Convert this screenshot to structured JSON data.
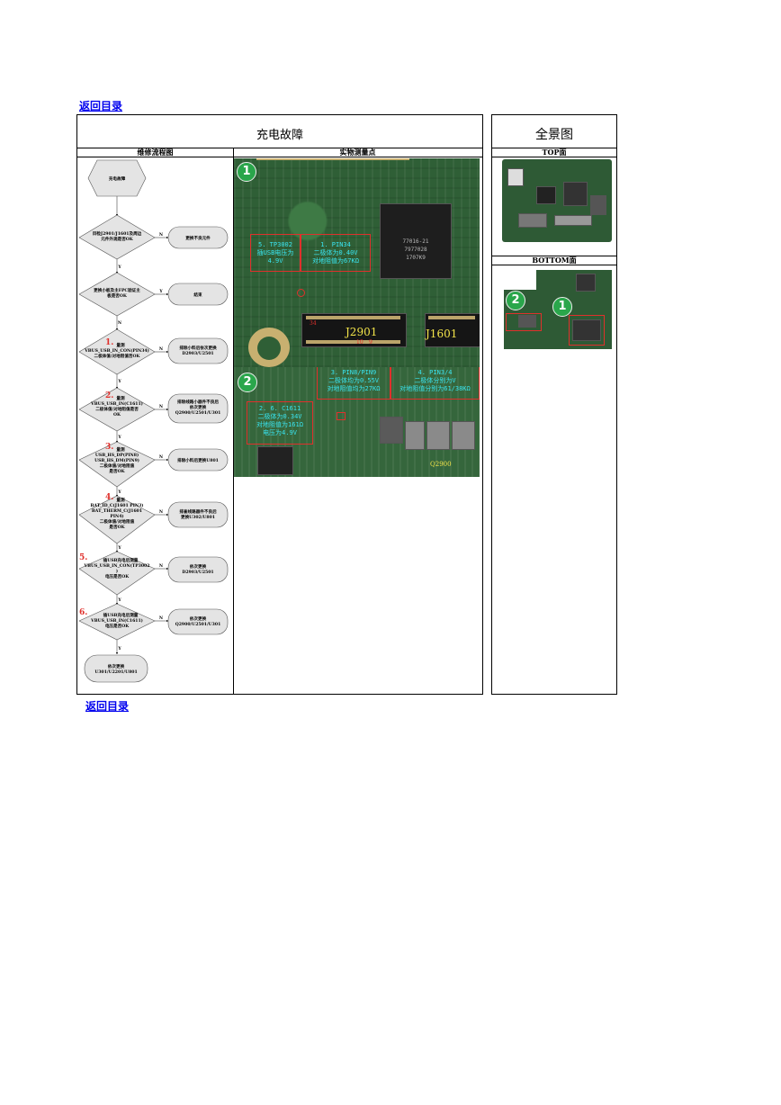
{
  "nav": {
    "back_top": "返回目录",
    "back_bottom": "返回目录"
  },
  "table": {
    "title_left": "充电故障",
    "title_right": "全景图",
    "col_flow": "维修流程图",
    "col_points": "实物测量点",
    "top_label": "TOP面",
    "bottom_label": "BOTTOM面"
  },
  "flow": {
    "start": "充电故障",
    "d0_line1": "目检J2901/J1601及周边",
    "d0_line2": "元件外观是否OK",
    "a0": "更换不良元件",
    "d1_line1": "更换小板及主FPC验证主",
    "d1_line2": "板是否OK",
    "a1": "结束",
    "d2_num": "1.",
    "d2_line1": "量测",
    "d2_line2": "VBUS_USB_IN_CON(PIN34)",
    "d2_line3": "二极体值/对地阻值否OK",
    "a2_line1": "排除小料后依次更换",
    "a2_line2": "D2903/U2501",
    "d3_num": "2.",
    "d3_line1": "量测",
    "d3_line2": "VBUS_USB_IN(C1611)",
    "d3_line3": "二极体值/对地阻值是否",
    "d3_line4": "OK",
    "a3_line1": "排除线路小器件不良后",
    "a3_line2": "依次更换",
    "a3_line3": "Q2900/U2501/U301",
    "d4_num": "3.",
    "d4_line1": "量测",
    "d4_line2": "USB_HS_DP(PIN8)",
    "d4_line3": "USB_HS_DM(PIN9)",
    "d4_line4": "二极体值/对地阻值",
    "d4_line5": "是否OK",
    "a4": "排除小料后更换U801",
    "d5_num": "4.",
    "d5_line1": "量测",
    "d5_line2": "BAT_ID_C(J1601 PIN3)",
    "d5_line3": "BAT_THERM_C(J1601",
    "d5_line4": "PIN4)",
    "d5_line5": "二极体值/对地阻值",
    "d5_line6": "是否OK",
    "a5_line1": "排查线路器件不良后",
    "a5_line2": "更换U302/U801",
    "d6_num": "5.",
    "d6_line1": "插USB充电后测量",
    "d6_line2": "VBUS_USB_IN_CON(TP3002",
    "d6_line3": ")",
    "d6_line4": "电压是否OK",
    "a6_line1": "依次更换",
    "a6_line2": "D2903/U2501",
    "d7_num": "6.",
    "d7_line1": "插USB充电后测量",
    "d7_line2": "VBUS_USB_IN(C1611)",
    "d7_line3": "电压是否OK",
    "a7_line1": "依次更换",
    "a7_line2": "Q2900/U2501/U301",
    "end_line1": "依次更换",
    "end_line2": "U301/U2201/U801",
    "yes": "Y",
    "no": "N"
  },
  "photo": {
    "mark1": "1",
    "mark2": "2",
    "chip_text": "77016-21\n7977028\n1707K9",
    "note5": "5. TP3002\n插USB电压为\n4.9V",
    "note1": "1. PIN34\n二极体为0.40V\n对地阻值为67KΩ",
    "pin34": "34",
    "pin_a": "10",
    "pin_b": "9",
    "j2901": "J2901",
    "j1601": "J1601",
    "note3": "3. PIN8/PIN9\n二极体均为0.55V\n对地阻值均为27KΩ",
    "note4": "4. PIN3/4\n二极体分别为V\n对地阻值分别为61/38KΩ",
    "note2": "2. 6. C1611\n二极体为0.34V\n对地阻值为161Ω\n电压为4.9V",
    "q2900": "Q2900"
  },
  "colors": {
    "link": "#0000ee",
    "red_note": "#e0302c",
    "cyan_note": "#39e4f0",
    "yellow": "#f3e44a",
    "mark_green": "#2aa64b"
  }
}
